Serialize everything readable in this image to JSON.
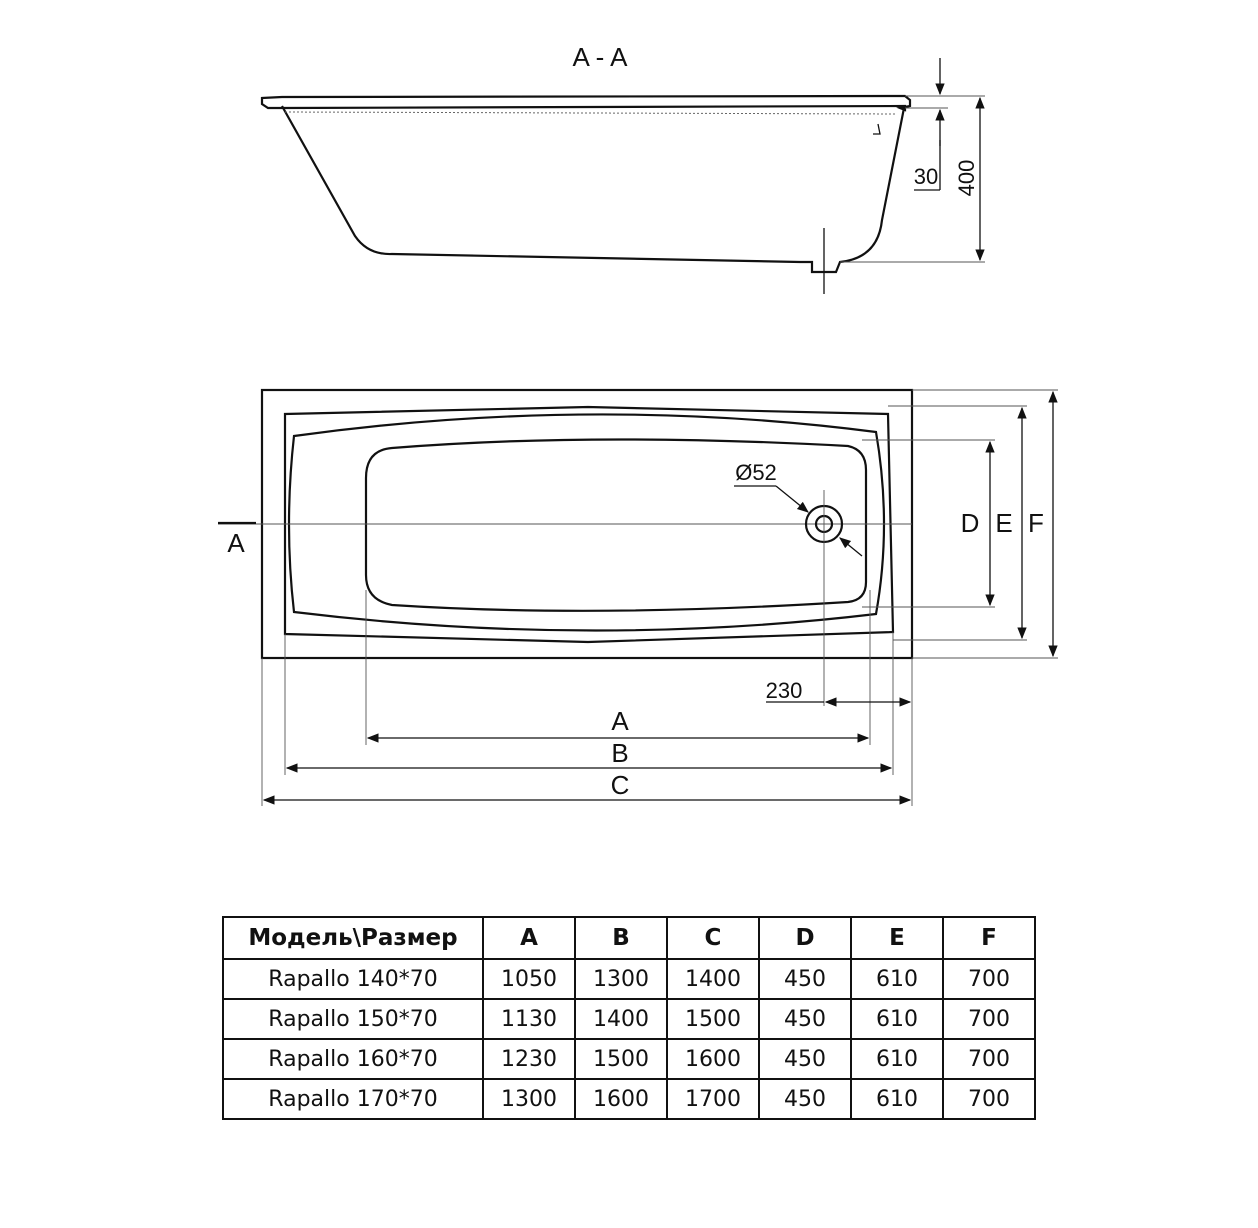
{
  "section_label": "A - A",
  "section_dims": {
    "rim": "30",
    "height": "400"
  },
  "plan": {
    "drain_diameter": "Ø52",
    "drain_offset": "230",
    "section_marker": "A",
    "dims": [
      "A",
      "B",
      "C",
      "D",
      "E",
      "F"
    ]
  },
  "table": {
    "header": [
      "Модель\\Размер",
      "A",
      "B",
      "C",
      "D",
      "E",
      "F"
    ],
    "rows": [
      [
        "Rapallo 140*70",
        "1050",
        "1300",
        "1400",
        "450",
        "610",
        "700"
      ],
      [
        "Rapallo 150*70",
        "1130",
        "1400",
        "1500",
        "450",
        "610",
        "700"
      ],
      [
        "Rapallo 160*70",
        "1230",
        "1500",
        "1600",
        "450",
        "610",
        "700"
      ],
      [
        "Rapallo 170*70",
        "1300",
        "1600",
        "1700",
        "450",
        "610",
        "700"
      ]
    ]
  },
  "colors": {
    "line": "#111111",
    "background": "#ffffff"
  }
}
